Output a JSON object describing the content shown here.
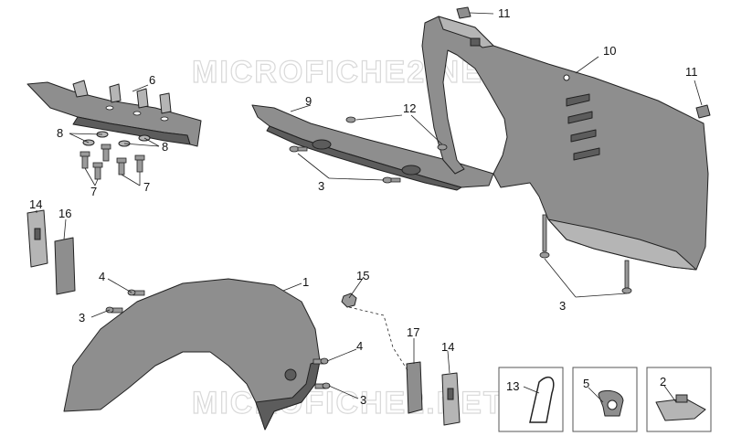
{
  "watermark": "MICROFICHE2.NET",
  "callouts": {
    "c1": "1",
    "c2": "2",
    "c3a": "3",
    "c3b": "3",
    "c3c": "3",
    "c3d": "3",
    "c4a": "4",
    "c4b": "4",
    "c5": "5",
    "c6": "6",
    "c7a": "7",
    "c7b": "7",
    "c8a": "8",
    "c8b": "8",
    "c9": "9",
    "c10": "10",
    "c11a": "11",
    "c11b": "11",
    "c12": "12",
    "c13": "13",
    "c14a": "14",
    "c14b": "14",
    "c15": "15",
    "c16": "16",
    "c17": "17"
  },
  "colors": {
    "part_fill": "#8e8e8e",
    "part_dark": "#5c5c5c",
    "part_light": "#b5b5b5",
    "line": "#222222"
  }
}
